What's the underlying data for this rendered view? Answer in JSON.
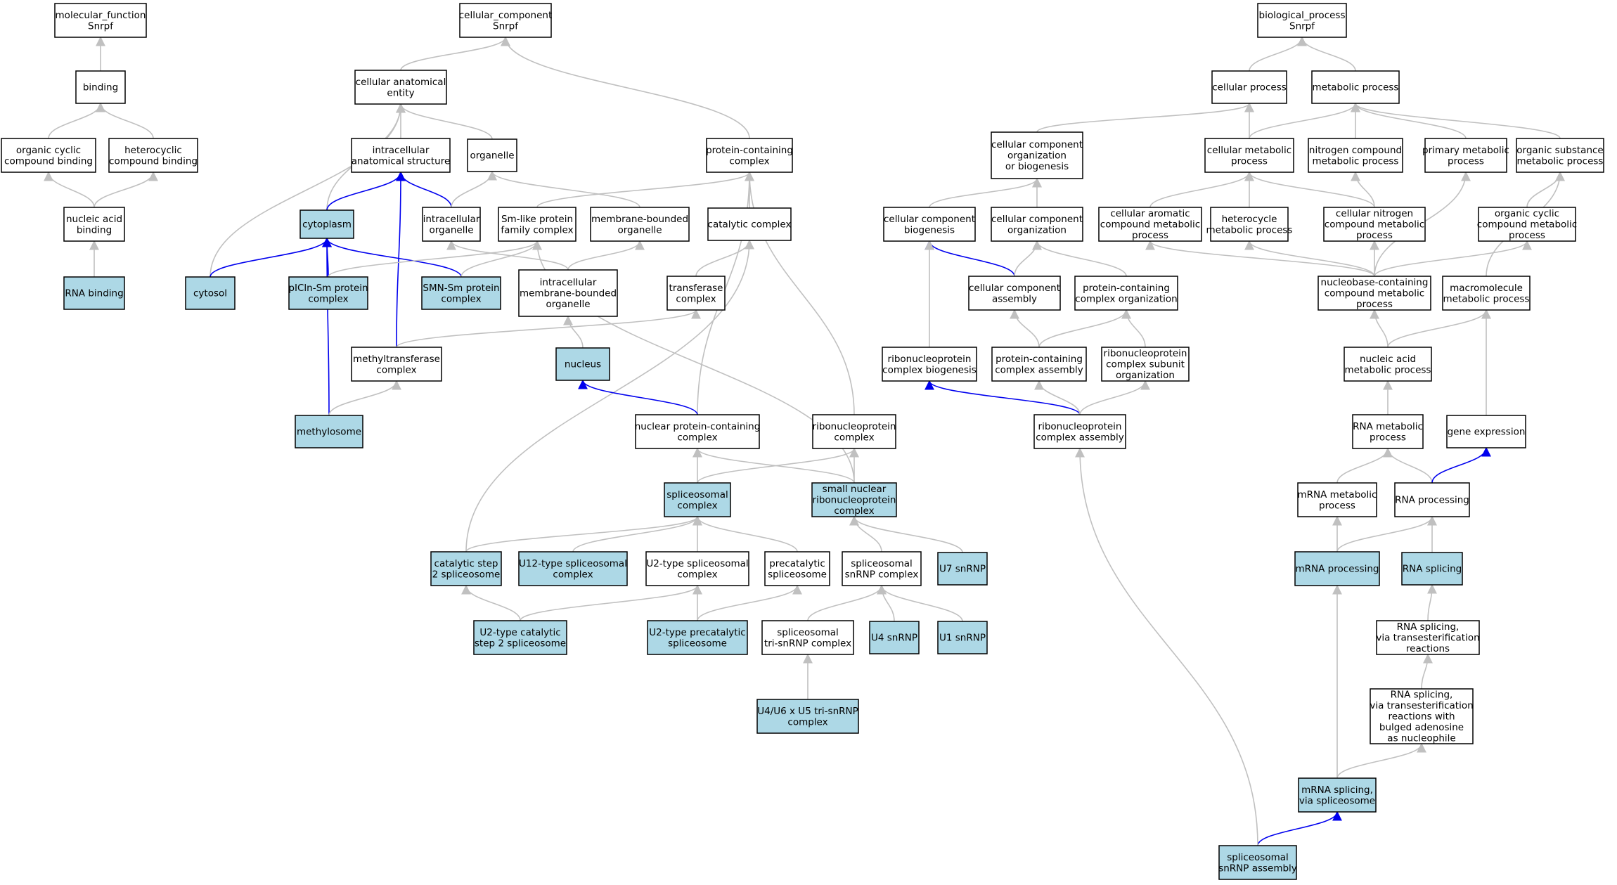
{
  "colors": {
    "highlight_fill": "#add8e6",
    "plain_fill": "#ffffff",
    "gray_edge": "#c0c0c0",
    "blue_edge": "#0000ee"
  },
  "nodes": [
    {
      "id": "mf",
      "lines": [
        "molecular_function",
        "Snrpf"
      ],
      "fill": "plain"
    },
    {
      "id": "binding",
      "lines": [
        "binding"
      ],
      "fill": "plain"
    },
    {
      "id": "ocb",
      "lines": [
        "organic cyclic",
        "compound binding"
      ],
      "fill": "plain"
    },
    {
      "id": "hcb",
      "lines": [
        "heterocyclic",
        "compound binding"
      ],
      "fill": "plain"
    },
    {
      "id": "nab",
      "lines": [
        "nucleic acid",
        "binding"
      ],
      "fill": "plain"
    },
    {
      "id": "rnab",
      "lines": [
        "RNA binding"
      ],
      "fill": "highlight"
    },
    {
      "id": "cc",
      "lines": [
        "cellular_component",
        "Snrpf"
      ],
      "fill": "plain"
    },
    {
      "id": "cae",
      "lines": [
        "cellular anatomical",
        "entity"
      ],
      "fill": "plain"
    },
    {
      "id": "ias",
      "lines": [
        "intracellular",
        "anatomical structure"
      ],
      "fill": "plain"
    },
    {
      "id": "organelle",
      "lines": [
        "organelle"
      ],
      "fill": "plain"
    },
    {
      "id": "cytoplasm",
      "lines": [
        "cytoplasm"
      ],
      "fill": "highlight"
    },
    {
      "id": "io",
      "lines": [
        "intracellular",
        "organelle"
      ],
      "fill": "plain"
    },
    {
      "id": "cytosol",
      "lines": [
        "cytosol"
      ],
      "fill": "highlight"
    },
    {
      "id": "picln",
      "lines": [
        "pICln-Sm protein",
        "complex"
      ],
      "fill": "highlight"
    },
    {
      "id": "smnsm",
      "lines": [
        "SMN-Sm protein",
        "complex"
      ],
      "fill": "highlight"
    },
    {
      "id": "mtc",
      "lines": [
        "methyltransferase",
        "complex"
      ],
      "fill": "plain"
    },
    {
      "id": "methylosome",
      "lines": [
        "methylosome"
      ],
      "fill": "highlight"
    },
    {
      "id": "pcc",
      "lines": [
        "protein-containing",
        "complex"
      ],
      "fill": "plain"
    },
    {
      "id": "smlike",
      "lines": [
        "Sm-like protein",
        "family complex"
      ],
      "fill": "plain"
    },
    {
      "id": "mbo",
      "lines": [
        "membrane-bounded",
        "organelle"
      ],
      "fill": "plain"
    },
    {
      "id": "catc",
      "lines": [
        "catalytic complex"
      ],
      "fill": "plain"
    },
    {
      "id": "imbo",
      "lines": [
        "intracellular",
        "membrane-bounded",
        "organelle"
      ],
      "fill": "plain"
    },
    {
      "id": "trc",
      "lines": [
        "transferase",
        "complex"
      ],
      "fill": "plain"
    },
    {
      "id": "nucleus",
      "lines": [
        "nucleus"
      ],
      "fill": "highlight"
    },
    {
      "id": "npcc",
      "lines": [
        "nuclear protein-containing",
        "complex"
      ],
      "fill": "plain"
    },
    {
      "id": "rnpc",
      "lines": [
        "ribonucleoprotein",
        "complex"
      ],
      "fill": "plain"
    },
    {
      "id": "splc",
      "lines": [
        "spliceosomal",
        "complex"
      ],
      "fill": "highlight"
    },
    {
      "id": "snrnp",
      "lines": [
        "small nuclear",
        "ribonucleoprotein",
        "complex"
      ],
      "fill": "highlight"
    },
    {
      "id": "cs2",
      "lines": [
        "catalytic step",
        "2 spliceosome"
      ],
      "fill": "highlight"
    },
    {
      "id": "u12",
      "lines": [
        "U12-type spliceosomal",
        "complex"
      ],
      "fill": "highlight"
    },
    {
      "id": "u2sc",
      "lines": [
        "U2-type spliceosomal",
        "complex"
      ],
      "fill": "plain"
    },
    {
      "id": "precat",
      "lines": [
        "precatalytic",
        "spliceosome"
      ],
      "fill": "plain"
    },
    {
      "id": "ssnrnpc",
      "lines": [
        "spliceosomal",
        "snRNP complex"
      ],
      "fill": "plain"
    },
    {
      "id": "u7",
      "lines": [
        "U7 snRNP"
      ],
      "fill": "highlight"
    },
    {
      "id": "u2cs2",
      "lines": [
        "U2-type catalytic",
        "step 2 spliceosome"
      ],
      "fill": "highlight"
    },
    {
      "id": "u2pre",
      "lines": [
        "U2-type precatalytic",
        "spliceosome"
      ],
      "fill": "highlight"
    },
    {
      "id": "tri",
      "lines": [
        "spliceosomal",
        "tri-snRNP complex"
      ],
      "fill": "plain"
    },
    {
      "id": "u4",
      "lines": [
        "U4 snRNP"
      ],
      "fill": "highlight"
    },
    {
      "id": "u1",
      "lines": [
        "U1 snRNP"
      ],
      "fill": "highlight"
    },
    {
      "id": "u4u6",
      "lines": [
        "U4/U6 x U5 tri-snRNP",
        "complex"
      ],
      "fill": "highlight"
    },
    {
      "id": "bp",
      "lines": [
        "biological_process",
        "Snrpf"
      ],
      "fill": "plain"
    },
    {
      "id": "cp",
      "lines": [
        "cellular process"
      ],
      "fill": "plain"
    },
    {
      "id": "mp",
      "lines": [
        "metabolic process"
      ],
      "fill": "plain"
    },
    {
      "id": "ccob",
      "lines": [
        "cellular component",
        "organization",
        "or biogenesis"
      ],
      "fill": "plain"
    },
    {
      "id": "cmp",
      "lines": [
        "cellular metabolic",
        "process"
      ],
      "fill": "plain"
    },
    {
      "id": "ncmp",
      "lines": [
        "nitrogen compound",
        "metabolic process"
      ],
      "fill": "plain"
    },
    {
      "id": "pmp",
      "lines": [
        "primary metabolic",
        "process"
      ],
      "fill": "plain"
    },
    {
      "id": "osmp",
      "lines": [
        "organic substance",
        "metabolic process"
      ],
      "fill": "plain"
    },
    {
      "id": "ccb",
      "lines": [
        "cellular component",
        "biogenesis"
      ],
      "fill": "plain"
    },
    {
      "id": "cco",
      "lines": [
        "cellular component",
        "organization"
      ],
      "fill": "plain"
    },
    {
      "id": "cacmp",
      "lines": [
        "cellular aromatic",
        "compound metabolic",
        "process"
      ],
      "fill": "plain"
    },
    {
      "id": "hmp",
      "lines": [
        "heterocycle",
        "metabolic process"
      ],
      "fill": "plain"
    },
    {
      "id": "cncmp",
      "lines": [
        "cellular nitrogen",
        "compound metabolic",
        "process"
      ],
      "fill": "plain"
    },
    {
      "id": "occmp",
      "lines": [
        "organic cyclic",
        "compound metabolic",
        "process"
      ],
      "fill": "plain"
    },
    {
      "id": "cca",
      "lines": [
        "cellular component",
        "assembly"
      ],
      "fill": "plain"
    },
    {
      "id": "pco",
      "lines": [
        "protein-containing",
        "complex organization"
      ],
      "fill": "plain"
    },
    {
      "id": "nbcmp",
      "lines": [
        "nucleobase-containing",
        "compound metabolic",
        "process"
      ],
      "fill": "plain"
    },
    {
      "id": "mmp",
      "lines": [
        "macromolecule",
        "metabolic process"
      ],
      "fill": "plain"
    },
    {
      "id": "rcb",
      "lines": [
        "ribonucleoprotein",
        "complex biogenesis"
      ],
      "fill": "plain"
    },
    {
      "id": "pca",
      "lines": [
        "protein-containing",
        "complex assembly"
      ],
      "fill": "plain"
    },
    {
      "id": "rcso",
      "lines": [
        "ribonucleoprotein",
        "complex subunit",
        "organization"
      ],
      "fill": "plain"
    },
    {
      "id": "namp",
      "lines": [
        "nucleic acid",
        "metabolic process"
      ],
      "fill": "plain"
    },
    {
      "id": "rca",
      "lines": [
        "ribonucleoprotein",
        "complex assembly"
      ],
      "fill": "plain"
    },
    {
      "id": "rmp",
      "lines": [
        "RNA metabolic",
        "process"
      ],
      "fill": "plain"
    },
    {
      "id": "ge",
      "lines": [
        "gene expression"
      ],
      "fill": "plain"
    },
    {
      "id": "mrmp",
      "lines": [
        "mRNA metabolic",
        "process"
      ],
      "fill": "plain"
    },
    {
      "id": "rp",
      "lines": [
        "RNA processing"
      ],
      "fill": "plain"
    },
    {
      "id": "mrp",
      "lines": [
        "mRNA processing"
      ],
      "fill": "highlight"
    },
    {
      "id": "rs",
      "lines": [
        "RNA splicing"
      ],
      "fill": "highlight"
    },
    {
      "id": "rsvt",
      "lines": [
        "RNA splicing,",
        "via transesterification",
        "reactions"
      ],
      "fill": "plain"
    },
    {
      "id": "rsvtb",
      "lines": [
        "RNA splicing,",
        "via transesterification",
        "reactions with",
        "bulged adenosine",
        "as nucleophile"
      ],
      "fill": "plain"
    },
    {
      "id": "mrsvs",
      "lines": [
        "mRNA splicing,",
        "via spliceosome"
      ],
      "fill": "highlight"
    },
    {
      "id": "ssa",
      "lines": [
        "spliceosomal",
        "snRNP assembly"
      ],
      "fill": "highlight"
    }
  ],
  "edges": [
    {
      "from": "binding",
      "to": "mf",
      "color": "gray"
    },
    {
      "from": "ocb",
      "to": "binding",
      "color": "gray"
    },
    {
      "from": "hcb",
      "to": "binding",
      "color": "gray"
    },
    {
      "from": "nab",
      "to": "ocb",
      "color": "gray"
    },
    {
      "from": "nab",
      "to": "hcb",
      "color": "gray"
    },
    {
      "from": "rnab",
      "to": "nab",
      "color": "gray"
    },
    {
      "from": "cae",
      "to": "cc",
      "color": "gray"
    },
    {
      "from": "pcc",
      "to": "cc",
      "color": "gray"
    },
    {
      "from": "ias",
      "to": "cae",
      "color": "gray"
    },
    {
      "from": "organelle",
      "to": "cae",
      "color": "gray"
    },
    {
      "from": "cytoplasm",
      "to": "cae",
      "color": "gray"
    },
    {
      "from": "cytosol",
      "to": "cae",
      "color": "gray"
    },
    {
      "from": "cytoplasm",
      "to": "ias",
      "color": "blue"
    },
    {
      "from": "io",
      "to": "ias",
      "color": "blue"
    },
    {
      "from": "mtc",
      "to": "ias",
      "color": "blue"
    },
    {
      "from": "io",
      "to": "organelle",
      "color": "gray"
    },
    {
      "from": "mbo",
      "to": "organelle",
      "color": "gray"
    },
    {
      "from": "cytosol",
      "to": "cytoplasm",
      "color": "blue"
    },
    {
      "from": "picln",
      "to": "cytoplasm",
      "color": "blue"
    },
    {
      "from": "smnsm",
      "to": "cytoplasm",
      "color": "blue"
    },
    {
      "from": "methylosome",
      "to": "cytoplasm",
      "color": "blue"
    },
    {
      "from": "smlike",
      "to": "pcc",
      "color": "gray"
    },
    {
      "from": "catc",
      "to": "pcc",
      "color": "gray"
    },
    {
      "from": "npcc",
      "to": "pcc",
      "color": "gray"
    },
    {
      "from": "rnpc",
      "to": "pcc",
      "color": "gray"
    },
    {
      "from": "picln",
      "to": "smlike",
      "color": "gray"
    },
    {
      "from": "smnsm",
      "to": "smlike",
      "color": "gray"
    },
    {
      "from": "snrnp",
      "to": "smlike",
      "color": "gray"
    },
    {
      "from": "imbo",
      "to": "io",
      "color": "gray"
    },
    {
      "from": "imbo",
      "to": "mbo",
      "color": "gray"
    },
    {
      "from": "trc",
      "to": "catc",
      "color": "gray"
    },
    {
      "from": "cs2",
      "to": "catc",
      "color": "gray"
    },
    {
      "from": "mtc",
      "to": "trc",
      "color": "gray"
    },
    {
      "from": "methylosome",
      "to": "mtc",
      "color": "gray"
    },
    {
      "from": "nucleus",
      "to": "imbo",
      "color": "gray"
    },
    {
      "from": "npcc",
      "to": "nucleus",
      "color": "blue"
    },
    {
      "from": "splc",
      "to": "npcc",
      "color": "gray"
    },
    {
      "from": "snrnp",
      "to": "npcc",
      "color": "gray"
    },
    {
      "from": "splc",
      "to": "rnpc",
      "color": "gray"
    },
    {
      "from": "snrnp",
      "to": "rnpc",
      "color": "gray"
    },
    {
      "from": "cs2",
      "to": "splc",
      "color": "gray"
    },
    {
      "from": "u12",
      "to": "splc",
      "color": "gray"
    },
    {
      "from": "u2sc",
      "to": "splc",
      "color": "gray"
    },
    {
      "from": "precat",
      "to": "splc",
      "color": "gray"
    },
    {
      "from": "ssnrnpc",
      "to": "snrnp",
      "color": "gray"
    },
    {
      "from": "u7",
      "to": "snrnp",
      "color": "gray"
    },
    {
      "from": "u2cs2",
      "to": "cs2",
      "color": "gray"
    },
    {
      "from": "u2cs2",
      "to": "u2sc",
      "color": "gray"
    },
    {
      "from": "u2pre",
      "to": "u2sc",
      "color": "gray"
    },
    {
      "from": "u2pre",
      "to": "precat",
      "color": "gray"
    },
    {
      "from": "tri",
      "to": "ssnrnpc",
      "color": "gray"
    },
    {
      "from": "u4",
      "to": "ssnrnpc",
      "color": "gray"
    },
    {
      "from": "u1",
      "to": "ssnrnpc",
      "color": "gray"
    },
    {
      "from": "u4u6",
      "to": "tri",
      "color": "gray"
    },
    {
      "from": "cp",
      "to": "bp",
      "color": "gray"
    },
    {
      "from": "mp",
      "to": "bp",
      "color": "gray"
    },
    {
      "from": "ccob",
      "to": "cp",
      "color": "gray"
    },
    {
      "from": "cmp",
      "to": "cp",
      "color": "gray"
    },
    {
      "from": "cmp",
      "to": "mp",
      "color": "gray"
    },
    {
      "from": "ncmp",
      "to": "mp",
      "color": "gray"
    },
    {
      "from": "pmp",
      "to": "mp",
      "color": "gray"
    },
    {
      "from": "osmp",
      "to": "mp",
      "color": "gray"
    },
    {
      "from": "ccb",
      "to": "ccob",
      "color": "gray"
    },
    {
      "from": "cco",
      "to": "ccob",
      "color": "gray"
    },
    {
      "from": "cacmp",
      "to": "cmp",
      "color": "gray"
    },
    {
      "from": "hmp",
      "to": "cmp",
      "color": "gray"
    },
    {
      "from": "cncmp",
      "to": "cmp",
      "color": "gray"
    },
    {
      "from": "cncmp",
      "to": "ncmp",
      "color": "gray"
    },
    {
      "from": "occmp",
      "to": "osmp",
      "color": "gray"
    },
    {
      "from": "cca",
      "to": "ccb",
      "color": "blue"
    },
    {
      "from": "rcb",
      "to": "ccb",
      "color": "gray"
    },
    {
      "from": "cca",
      "to": "cco",
      "color": "gray"
    },
    {
      "from": "pco",
      "to": "cco",
      "color": "gray"
    },
    {
      "from": "nbcmp",
      "to": "cacmp",
      "color": "gray"
    },
    {
      "from": "nbcmp",
      "to": "hmp",
      "color": "gray"
    },
    {
      "from": "nbcmp",
      "to": "cncmp",
      "color": "gray"
    },
    {
      "from": "nbcmp",
      "to": "pmp",
      "color": "gray"
    },
    {
      "from": "nbcmp",
      "to": "occmp",
      "color": "gray"
    },
    {
      "from": "mmp",
      "to": "osmp",
      "color": "gray"
    },
    {
      "from": "pca",
      "to": "cca",
      "color": "gray"
    },
    {
      "from": "pca",
      "to": "pco",
      "color": "gray"
    },
    {
      "from": "rcso",
      "to": "pco",
      "color": "gray"
    },
    {
      "from": "namp",
      "to": "nbcmp",
      "color": "gray"
    },
    {
      "from": "namp",
      "to": "mmp",
      "color": "gray"
    },
    {
      "from": "ge",
      "to": "mmp",
      "color": "gray"
    },
    {
      "from": "rca",
      "to": "rcb",
      "color": "blue"
    },
    {
      "from": "rca",
      "to": "pca",
      "color": "gray"
    },
    {
      "from": "rca",
      "to": "rcso",
      "color": "gray"
    },
    {
      "from": "rmp",
      "to": "namp",
      "color": "gray"
    },
    {
      "from": "mrmp",
      "to": "rmp",
      "color": "gray"
    },
    {
      "from": "rp",
      "to": "rmp",
      "color": "gray"
    },
    {
      "from": "rp",
      "to": "ge",
      "color": "blue"
    },
    {
      "from": "mrp",
      "to": "mrmp",
      "color": "gray"
    },
    {
      "from": "mrp",
      "to": "rp",
      "color": "gray"
    },
    {
      "from": "rs",
      "to": "rp",
      "color": "gray"
    },
    {
      "from": "rsvt",
      "to": "rs",
      "color": "gray"
    },
    {
      "from": "rsvtb",
      "to": "rsvt",
      "color": "gray"
    },
    {
      "from": "mrsvs",
      "to": "mrp",
      "color": "gray"
    },
    {
      "from": "mrsvs",
      "to": "rsvtb",
      "color": "gray"
    },
    {
      "from": "ssa",
      "to": "mrsvs",
      "color": "blue"
    },
    {
      "from": "ssa",
      "to": "rca",
      "color": "gray"
    }
  ]
}
